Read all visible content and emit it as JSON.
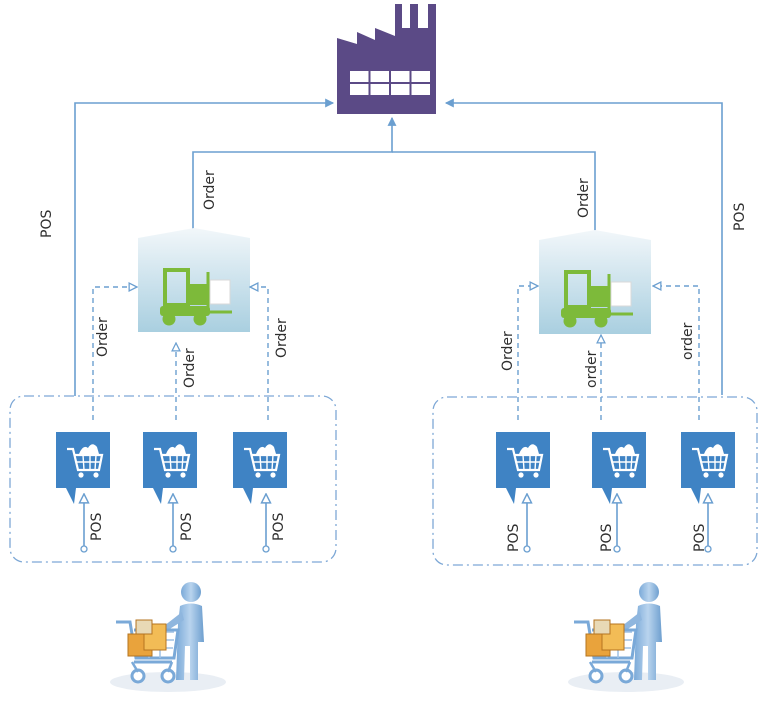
{
  "diagram": {
    "factory": {
      "icon": "factory-icon"
    },
    "warehouses": [
      {
        "icon": "forklift-warehouse-icon",
        "order_to_factory_label": "Order"
      },
      {
        "icon": "forklift-warehouse-icon",
        "order_to_factory_label": "Order"
      }
    ],
    "pos_to_factory_labels": [
      "POS",
      "POS"
    ],
    "left_store_order_labels": [
      "Order",
      "Order",
      "Order"
    ],
    "right_store_order_labels": [
      "Order",
      "order",
      "order"
    ],
    "store_pos_labels": [
      "POS",
      "POS",
      "POS",
      "POS",
      "POS",
      "POS"
    ],
    "store_icon": "shopping-cart-store-icon",
    "shopper_icon": "shopper-with-cart-icon",
    "colors": {
      "line": "#6b9fd0",
      "factory": "#5b4a86",
      "store": "#3f83c4",
      "forklift": "#7dba3a",
      "warehouse_top": "#eef5f9",
      "warehouse_bottom": "#a9cfe0"
    }
  }
}
